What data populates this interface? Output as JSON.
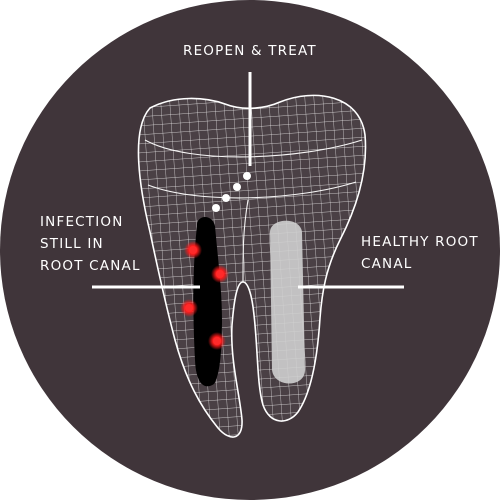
{
  "labels": {
    "reopen": "REOPEN & TREAT",
    "infection_lines": [
      "INFECTION",
      "STILL IN",
      "ROOT CANAL"
    ],
    "healthy_lines": [
      "HEALTHY ROOT",
      "CANAL"
    ]
  },
  "colors": {
    "background_disc": "#40353a",
    "outline": "#ffffff",
    "infected_canal": "#000000",
    "healthy_canal": "#cfcfcf",
    "infection_dot": "#ff1a1a"
  },
  "infection_sites": 4
}
